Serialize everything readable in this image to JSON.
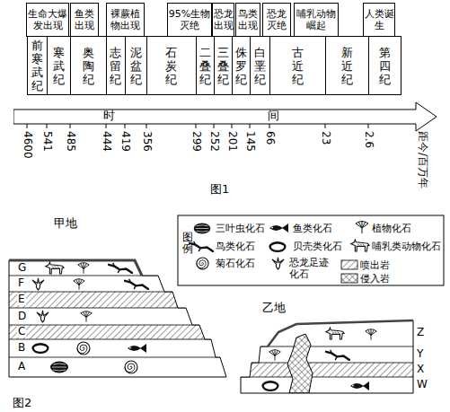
{
  "diagram": {
    "nodes": [
      {
        "text": [
          "生命大爆发出现"
        ]
      },
      {
        "text": [
          "鱼类出现"
        ]
      },
      {
        "text": [
          "裸蕨植物出现"
        ]
      },
      {
        "text": [
          "95%生物灭绝"
        ]
      },
      {
        "text": [
          "恐龙出现"
        ]
      },
      {
        "text": [
          "鸟类出现"
        ]
      },
      {
        "text": [
          "恐龙灭绝"
        ]
      },
      {
        "text": [
          "哺乳动物崛起"
        ]
      },
      {
        "text": [
          "人类诞生"
        ]
      },
      {
        "text": [
          "前寒武纪"
        ]
      },
      {
        "text": [
          "寒武纪"
        ]
      },
      {
        "text": [
          "奥陶纪"
        ]
      },
      {
        "text": [
          "志留纪"
        ]
      },
      {
        "text": [
          "泥盆纪"
        ]
      },
      {
        "text": [
          "石炭纪"
        ]
      },
      {
        "text": [
          "二叠纪"
        ]
      },
      {
        "text": [
          "三叠纪"
        ]
      },
      {
        "text": [
          "侏罗纪"
        ]
      },
      {
        "text": [
          "白垩纪"
        ]
      },
      {
        "text": [
          "古近纪"
        ]
      },
      {
        "text": [
          "新近纪"
        ]
      },
      {
        "text": [
          "第四纪"
        ]
      },
      {
        "text": [
          "时",
          "间"
        ]
      }
    ],
    "labels": [
      "4600",
      "541",
      "485",
      "444",
      "419",
      "356",
      "299",
      "252",
      "201",
      "145",
      "66",
      "23",
      "2.6",
      "距今/百万年",
      "图1",
      "甲地",
      "图例",
      "G",
      "F",
      "E",
      "D",
      "C",
      "B",
      "A",
      "乙地",
      "Z",
      "Y",
      "X",
      "W",
      "图2"
    ],
    "legend": [
      {
        "text": "三叶虫化石"
      },
      {
        "text": "鱼类化石"
      },
      {
        "text": "植物化石"
      },
      {
        "text": "鸟类化石"
      },
      {
        "text": "贝壳类化石"
      },
      {
        "text": "哺乳类动物化石"
      },
      {
        "text": "菊石化石"
      },
      {
        "text": "恐龙足迹化石"
      },
      {
        "text": "喷出岩"
      },
      {
        "text": "侵入岩"
      }
    ]
  }
}
